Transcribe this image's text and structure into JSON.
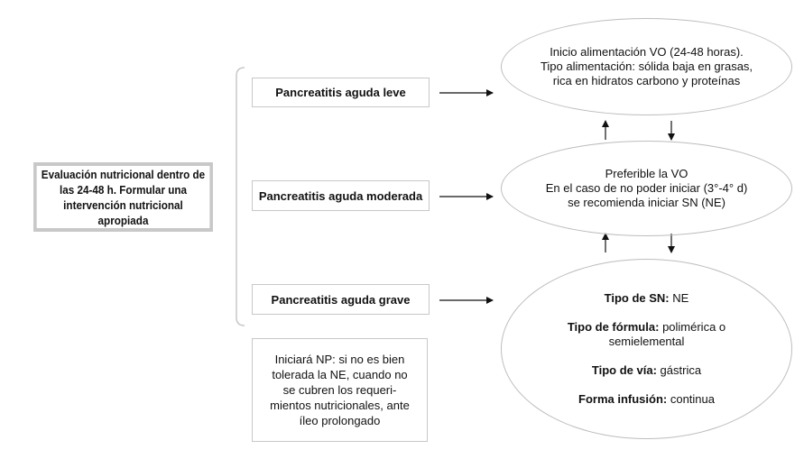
{
  "evaluation": {
    "text": "Evaluación nutricional dentro de las 24-48 h. Formular una intervención nutricional apropiada"
  },
  "conditions": [
    {
      "label": "Pancreatitis aguda leve"
    },
    {
      "label": "Pancreatitis aguda moderada"
    },
    {
      "label": "Pancreatitis aguda grave"
    }
  ],
  "np_note": {
    "text": "Iniciará NP: si no es bien tolerada la NE, cuando no se cubren los requeri-mientos nutricionales, ante íleo prolongado"
  },
  "outcomes": {
    "mild": {
      "line1": "Inicio alimentación VO (24-48 horas).",
      "line2": "Tipo alimentación: sólida baja en grasas,",
      "line3": "rica en hidratos carbono y proteínas"
    },
    "moderate": {
      "line1": "Preferible la VO",
      "line2": "En el caso de no poder iniciar (3°-4° d)",
      "line3": "se recomienda iniciar SN (NE)"
    },
    "severe": {
      "sn_label": "Tipo de SN:",
      "sn_value": "NE",
      "formula_label": "Tipo de fórmula:",
      "formula_value": "polimérica o semielemental",
      "route_label": "Tipo de vía:",
      "route_value": "gástrica",
      "infusion_label": "Forma infusión:",
      "infusion_value": "continua"
    }
  }
}
